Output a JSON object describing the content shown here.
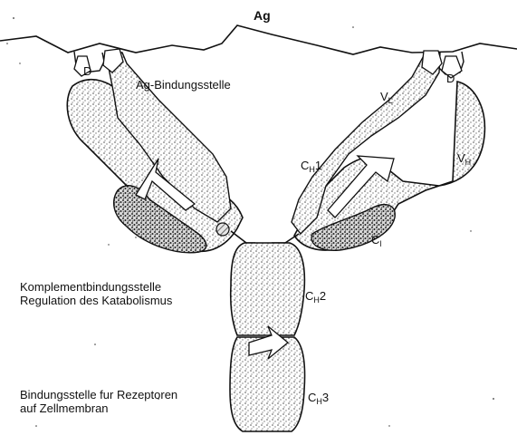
{
  "labels": {
    "antigen": "Ag",
    "d_left": "D",
    "d_right": "D",
    "binding_site": "Ag-Bindungsstelle",
    "vl": {
      "main": "V",
      "sub": "L"
    },
    "vh": {
      "main": "V",
      "sub": "H"
    },
    "ch1": {
      "main": "C",
      "sub": "H",
      "suffix": "1"
    },
    "cl": {
      "main": "C",
      "sub": "l"
    },
    "ch2": {
      "main": "C",
      "sub": "H",
      "suffix": "2"
    },
    "ch3": {
      "main": "C",
      "sub": "H",
      "suffix": "3"
    }
  },
  "notes": {
    "complement_line1": "Komplementbindungsstelle",
    "complement_line2": "Regulation des Katabolismus",
    "receptor_line1": "Bindungsstelle fur Rezeptoren",
    "receptor_line2": "auf Zellmembran"
  },
  "colors": {
    "outline": "#111111",
    "stipple_light": "#bdbdbd",
    "stipple_dark": "#6a6a6a",
    "background": "#ffffff"
  }
}
